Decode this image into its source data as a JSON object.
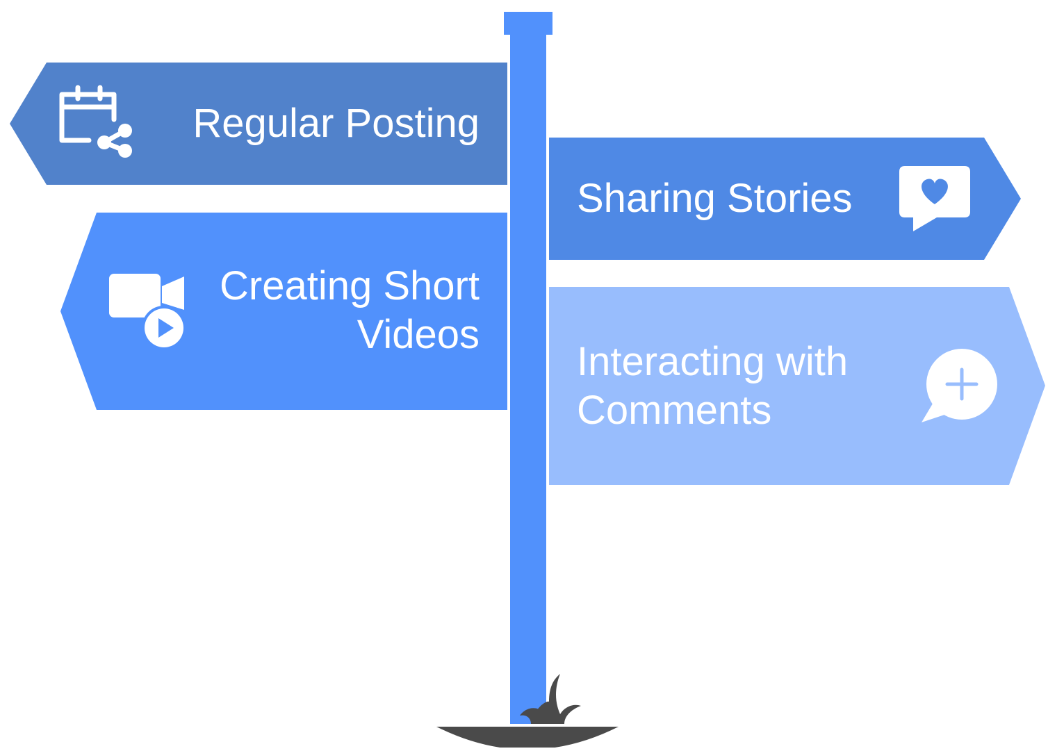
{
  "signs": [
    {
      "id": "regular-posting",
      "lines": [
        "Regular Posting"
      ],
      "icon": "calendar-share-icon",
      "side": "left",
      "color": "#5182cb"
    },
    {
      "id": "creating-short-videos",
      "lines": [
        "Creating Short",
        "Videos"
      ],
      "icon": "video-play-icon",
      "side": "left",
      "color": "#5191fc"
    },
    {
      "id": "sharing-stories",
      "lines": [
        "Sharing Stories"
      ],
      "icon": "heart-message-icon",
      "side": "right",
      "color": "#4f89e5"
    },
    {
      "id": "interacting-comments",
      "lines": [
        "Interacting with",
        "Comments"
      ],
      "icon": "comment-plus-icon",
      "side": "right",
      "color": "#98bdfd"
    }
  ],
  "colors": {
    "pole": "#5191fc",
    "ground": "#4a4a4a",
    "background": "#ffffff",
    "text": "#ffffff"
  }
}
